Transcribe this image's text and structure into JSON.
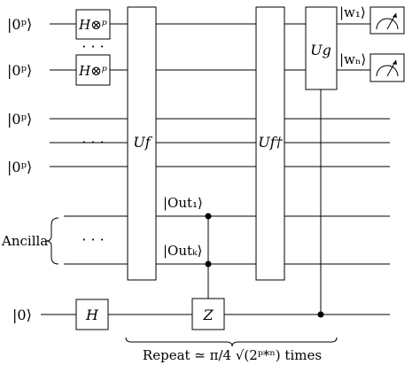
{
  "diagram": {
    "qubit_labels": [
      "|0ᵖ⟩",
      "|0ᵖ⟩",
      "|0ᵖ⟩",
      "|0ᵖ⟩",
      "|0⟩"
    ],
    "ancilla_label": "Ancilla",
    "gates": {
      "hadamard_p_1": "H⊗ᵖ",
      "hadamard_p_2": "H⊗ᵖ",
      "hadamard_single": "H",
      "oracle": "Uf",
      "oracle_inverse": "Uf†",
      "ug": "Ug",
      "z": "Z"
    },
    "ellipsis": "· · ·",
    "output_labels": [
      "|Out₁⟩",
      "|Outₖ⟩"
    ],
    "result_labels": [
      "|w₁⟩",
      "|wₙ⟩"
    ],
    "repeat_caption": "Repeat ≃ π/4 √(2ᵖ*ⁿ) times"
  }
}
